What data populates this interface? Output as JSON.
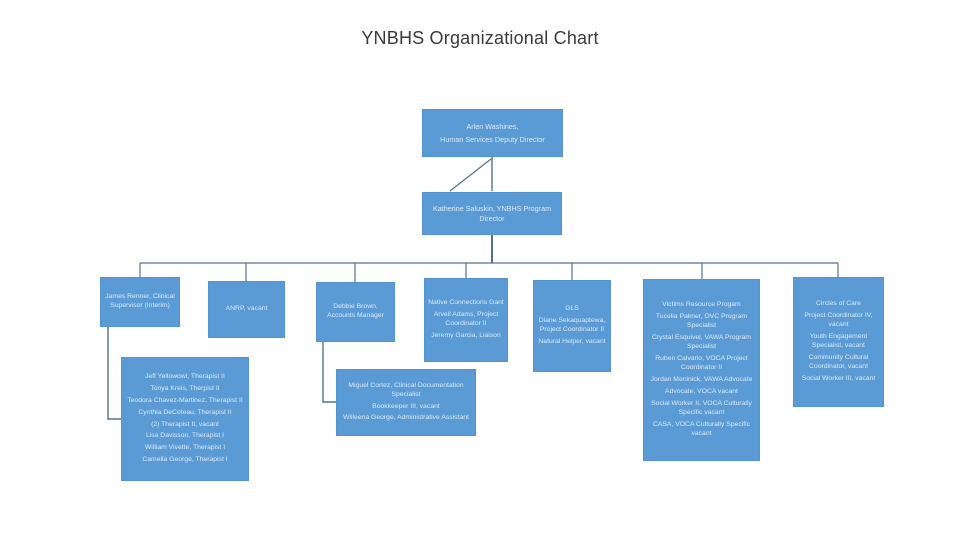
{
  "title": "YNBHS Organizational Chart",
  "colors": {
    "box_fill": "#5B9BD5",
    "box_text": "#DCE9F6",
    "connector": "#53718F",
    "title_text": "#3A3A3A",
    "background": "#FFFFFF"
  },
  "boxes": {
    "arlen": {
      "lines": [
        "Arlen Washines,",
        "Human Services Deputy Director"
      ]
    },
    "katherine": {
      "lines": [
        "Katherine Saluskin, YNBHS Program Director"
      ]
    },
    "james": {
      "lines": [
        "James Renner, Clinical Supervisor (Interim)"
      ]
    },
    "anrp": {
      "lines": [
        "ANRP, vacant"
      ]
    },
    "debbie": {
      "lines": [
        "Debbie Brown, Accounts Manager"
      ]
    },
    "native": {
      "lines": [
        "Native Connections Gant",
        "Arvell Adams, Project Coordinator II",
        "Jeremy Garcia, Liaison"
      ]
    },
    "gls": {
      "lines": [
        "GLS",
        "Diane Sekaquaptewa, Project Coordinator II",
        "Natural Helper, vacant"
      ]
    },
    "victims": {
      "lines": [
        "Victims Resource Progam",
        "Tucelia Palmer, OVC Program Specialist",
        "Crystal Esquivel, VAWA Program Specialist",
        "Ruben Calvario, VOCA Project Coordinator II",
        "Jordan Meninick, VAWA Advocate",
        "Advocate, VOCA vacant",
        "Social Worker II, VOCA Culturally Specific vacant",
        "CASA, VOCA Culturally Specific vacant"
      ]
    },
    "circles": {
      "lines": [
        "Circles of Care",
        "Project Coordinator IV, vacant",
        "Youth Engagement Specialist, vacant",
        "Community Cultural Coordinator, vacant",
        "Social Worker III, vacant"
      ]
    },
    "therapists": {
      "lines": [
        "Jeff Yellowowl, Therapist II",
        "Tonya Kreis, Therpist II",
        "Teodora Chavez-Martinez, Therapist II",
        "Cynthia DeCoteau, Therapist II",
        "(2) Therapist II, vacant",
        "Lisa Davisson, Therapist I",
        "William Vivette, Therapist I",
        "Camella George, Therapist I"
      ]
    },
    "clerical": {
      "lines": [
        "Miguel Cortez, Clinical Documentation Specialist",
        "Bookkeeper III, vacant",
        "Willeena George, Administrative Assistant"
      ]
    }
  },
  "hierarchy": {
    "arlen": [
      "katherine"
    ],
    "katherine": [
      "james",
      "anrp",
      "debbie",
      "native",
      "gls",
      "victims",
      "circles"
    ],
    "james": [
      "therapists"
    ],
    "debbie": [
      "clerical"
    ]
  }
}
